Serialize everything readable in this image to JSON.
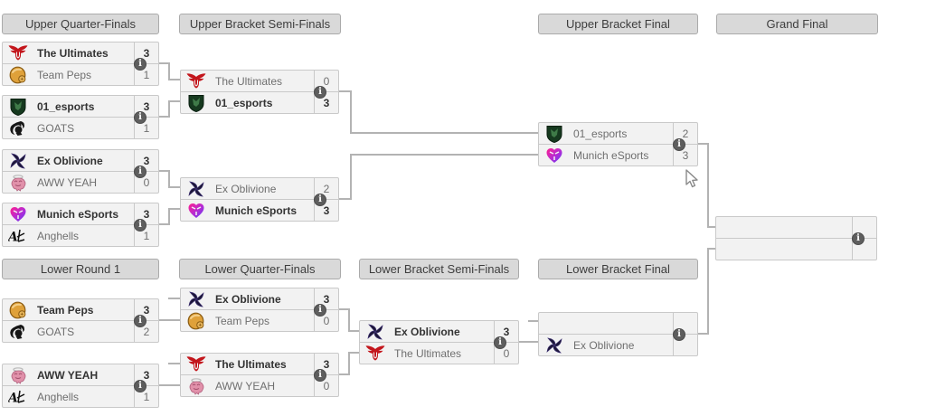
{
  "rounds": {
    "upper_quarter_finals": "Upper Quarter-Finals",
    "upper_semi_finals": "Upper Bracket Semi-Finals",
    "upper_final": "Upper Bracket Final",
    "grand_final": "Grand Final",
    "lower_round_1": "Lower Round 1",
    "lower_quarter_finals": "Lower Quarter-Finals",
    "lower_semi_finals": "Lower Bracket Semi-Finals",
    "lower_final": "Lower Bracket Final"
  },
  "info_icon_glyph": "i",
  "colors": {
    "header_bg": "#d9d9d9",
    "match_bg": "#f2f2f2",
    "border": "#c9c9c9",
    "connector": "#b3b3b3",
    "winner_text": "#333333",
    "loser_text": "#6f6f6f",
    "ultimates_red": "#c3161c",
    "peps_gold": "#dfa13a",
    "esports01_green": "#16391f",
    "munich_magenta": "#ff1f8f",
    "munich_purple": "#5a3cf0"
  },
  "matches": {
    "uqf1": {
      "top": {
        "name": "The Ultimates",
        "score": "3",
        "winner": true,
        "logo": "ultimates-wings-icon"
      },
      "bottom": {
        "name": "Team Peps",
        "score": "1",
        "winner": false,
        "logo": "peps-helmet-icon"
      }
    },
    "uqf2": {
      "top": {
        "name": "01_esports",
        "score": "3",
        "winner": true,
        "logo": "01esports-shield-icon"
      },
      "bottom": {
        "name": "GOATS",
        "score": "1",
        "winner": false,
        "logo": "goats-head-icon"
      }
    },
    "uqf3": {
      "top": {
        "name": "Ex Oblivione",
        "score": "3",
        "winner": true,
        "logo": "ex-oblivione-star-icon"
      },
      "bottom": {
        "name": "AWW YEAH",
        "score": "0",
        "winner": false,
        "logo": "aww-yeah-brain-icon"
      }
    },
    "uqf4": {
      "top": {
        "name": "Munich eSports",
        "score": "3",
        "winner": true,
        "logo": "munich-heart-icon"
      },
      "bottom": {
        "name": "Anghells",
        "score": "1",
        "winner": false,
        "logo": "anghells-monogram-icon"
      }
    },
    "usf1": {
      "top": {
        "name": "The Ultimates",
        "score": "0",
        "winner": false,
        "logo": "ultimates-wings-icon"
      },
      "bottom": {
        "name": "01_esports",
        "score": "3",
        "winner": true,
        "logo": "01esports-shield-icon"
      }
    },
    "usf2": {
      "top": {
        "name": "Ex Oblivione",
        "score": "2",
        "winner": false,
        "logo": "ex-oblivione-star-icon"
      },
      "bottom": {
        "name": "Munich eSports",
        "score": "3",
        "winner": true,
        "logo": "munich-heart-icon"
      }
    },
    "ubf": {
      "top": {
        "name": "01_esports",
        "score": "2",
        "winner": false,
        "logo": "01esports-shield-icon"
      },
      "bottom": {
        "name": "Munich eSports",
        "score": "3",
        "winner": false,
        "logo": "munich-heart-icon"
      }
    },
    "gf": {
      "top": {
        "name": "",
        "score": "",
        "winner": false,
        "logo": ""
      },
      "bottom": {
        "name": "",
        "score": "",
        "winner": false,
        "logo": ""
      }
    },
    "lr1m1": {
      "top": {
        "name": "Team Peps",
        "score": "3",
        "winner": true,
        "logo": "peps-helmet-icon"
      },
      "bottom": {
        "name": "GOATS",
        "score": "2",
        "winner": false,
        "logo": "goats-head-icon"
      }
    },
    "lr1m2": {
      "top": {
        "name": "AWW YEAH",
        "score": "3",
        "winner": true,
        "logo": "aww-yeah-brain-icon"
      },
      "bottom": {
        "name": "Anghells",
        "score": "1",
        "winner": false,
        "logo": "anghells-monogram-icon"
      }
    },
    "lqf1": {
      "top": {
        "name": "Ex Oblivione",
        "score": "3",
        "winner": true,
        "logo": "ex-oblivione-star-icon"
      },
      "bottom": {
        "name": "Team Peps",
        "score": "0",
        "winner": false,
        "logo": "peps-helmet-icon"
      }
    },
    "lqf2": {
      "top": {
        "name": "The Ultimates",
        "score": "3",
        "winner": true,
        "logo": "ultimates-wings-icon"
      },
      "bottom": {
        "name": "AWW YEAH",
        "score": "0",
        "winner": false,
        "logo": "aww-yeah-brain-icon"
      }
    },
    "lsf": {
      "top": {
        "name": "Ex Oblivione",
        "score": "3",
        "winner": true,
        "logo": "ex-oblivione-star-icon"
      },
      "bottom": {
        "name": "The Ultimates",
        "score": "0",
        "winner": false,
        "logo": "ultimates-wings-icon"
      }
    },
    "lbf": {
      "top": {
        "name": "",
        "score": "",
        "winner": false,
        "logo": ""
      },
      "bottom": {
        "name": "Ex Oblivione",
        "score": "",
        "winner": false,
        "logo": "ex-oblivione-star-icon"
      }
    }
  }
}
